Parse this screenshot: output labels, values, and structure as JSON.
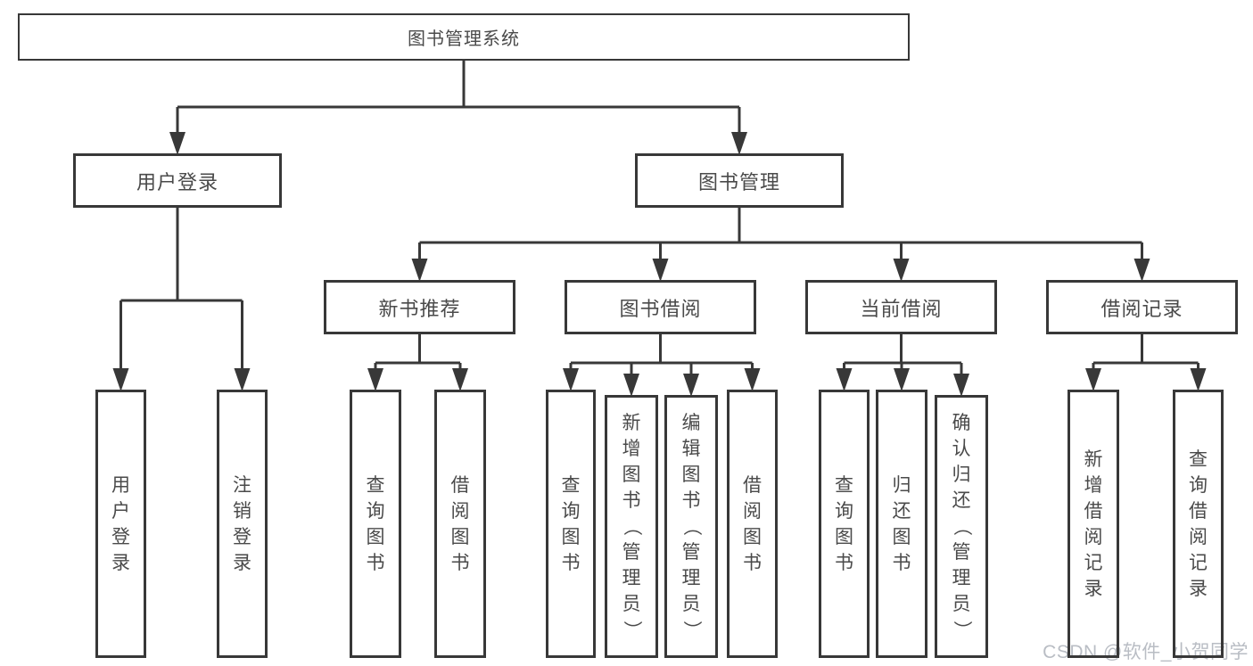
{
  "diagram": {
    "title": "图书管理系统",
    "nodes": [
      {
        "id": "root",
        "label": "图书管理系统",
        "level": 1,
        "vertical": false
      },
      {
        "id": "login",
        "label": "用户登录",
        "level": 2,
        "vertical": false
      },
      {
        "id": "bookmgmt",
        "label": "图书管理",
        "level": 2,
        "vertical": false
      },
      {
        "id": "newbook",
        "label": "新书推荐",
        "level": 3,
        "vertical": false
      },
      {
        "id": "borrow",
        "label": "图书借阅",
        "level": 3,
        "vertical": false
      },
      {
        "id": "current",
        "label": "当前借阅",
        "level": 3,
        "vertical": false
      },
      {
        "id": "records",
        "label": "借阅记录",
        "level": 3,
        "vertical": false
      },
      {
        "id": "leaf-user-login",
        "label": "用户登录",
        "level": 4,
        "vertical": true
      },
      {
        "id": "leaf-logout",
        "label": "注销登录",
        "level": 4,
        "vertical": true
      },
      {
        "id": "leaf-query-1",
        "label": "查询图书",
        "level": 4,
        "vertical": true
      },
      {
        "id": "leaf-borrow-1",
        "label": "借阅图书",
        "level": 4,
        "vertical": true
      },
      {
        "id": "leaf-query-2",
        "label": "查询图书",
        "level": 4,
        "vertical": true
      },
      {
        "id": "leaf-add-book",
        "label": "新增图书（管理员）",
        "level": 4,
        "vertical": true
      },
      {
        "id": "leaf-edit-book",
        "label": "编辑图书（管理员）",
        "level": 4,
        "vertical": true
      },
      {
        "id": "leaf-borrow-2",
        "label": "借阅图书",
        "level": 4,
        "vertical": true
      },
      {
        "id": "leaf-query-3",
        "label": "查询图书",
        "level": 4,
        "vertical": true
      },
      {
        "id": "leaf-return",
        "label": "归还图书",
        "level": 4,
        "vertical": true
      },
      {
        "id": "leaf-confirm-return",
        "label": "确认归还（管理员）",
        "level": 4,
        "vertical": true
      },
      {
        "id": "leaf-add-record",
        "label": "新增借阅记录",
        "level": 4,
        "vertical": true
      },
      {
        "id": "leaf-query-record",
        "label": "查询借阅记录",
        "level": 4,
        "vertical": true
      }
    ],
    "edges": [
      {
        "parent": "root",
        "children": [
          "login",
          "bookmgmt"
        ]
      },
      {
        "parent": "login",
        "children": [
          "leaf-user-login",
          "leaf-logout"
        ]
      },
      {
        "parent": "bookmgmt",
        "children": [
          "newbook",
          "borrow",
          "current",
          "records"
        ]
      },
      {
        "parent": "newbook",
        "children": [
          "leaf-query-1",
          "leaf-borrow-1"
        ]
      },
      {
        "parent": "borrow",
        "children": [
          "leaf-query-2",
          "leaf-add-book",
          "leaf-edit-book",
          "leaf-borrow-2"
        ]
      },
      {
        "parent": "current",
        "children": [
          "leaf-query-3",
          "leaf-return",
          "leaf-confirm-return"
        ]
      },
      {
        "parent": "records",
        "children": [
          "leaf-add-record",
          "leaf-query-record"
        ]
      }
    ]
  },
  "watermark": {
    "text": "CSDN @软件_小贺同学",
    "color": "#b9bdc4"
  },
  "colors": {
    "line": "#383838",
    "text": "#4a4a4a",
    "background": "#ffffff"
  }
}
